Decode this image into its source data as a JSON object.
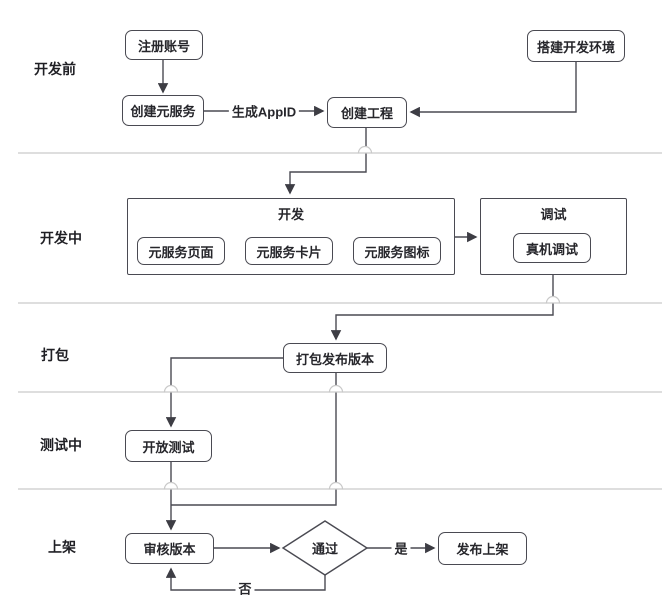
{
  "diagram": {
    "sections": [
      {
        "label": "开发前"
      },
      {
        "label": "开发中"
      },
      {
        "label": "打包"
      },
      {
        "label": "测试中"
      },
      {
        "label": "上架"
      }
    ],
    "nodes": {
      "register": "注册账号",
      "create_service": "创建元服务",
      "setup_env": "搭建开发环境",
      "create_project": "创建工程",
      "dev_group": "开发",
      "service_page": "元服务页面",
      "service_card": "元服务卡片",
      "service_icon": "元服务图标",
      "debug_group": "调试",
      "device_debug": "真机调试",
      "package_release": "打包发布版本",
      "open_test": "开放测试",
      "review_version": "审核版本",
      "pass_decision": "通过",
      "publish": "发布上架"
    },
    "edge_labels": {
      "gen_appid": "生成AppID",
      "yes": "是",
      "no": "否"
    },
    "colors": {
      "line": "#4a4a52",
      "divider": "#c9c9c9",
      "node_border": "#4a4a52",
      "node_bg": "#ffffff",
      "text": "#26262b"
    }
  }
}
